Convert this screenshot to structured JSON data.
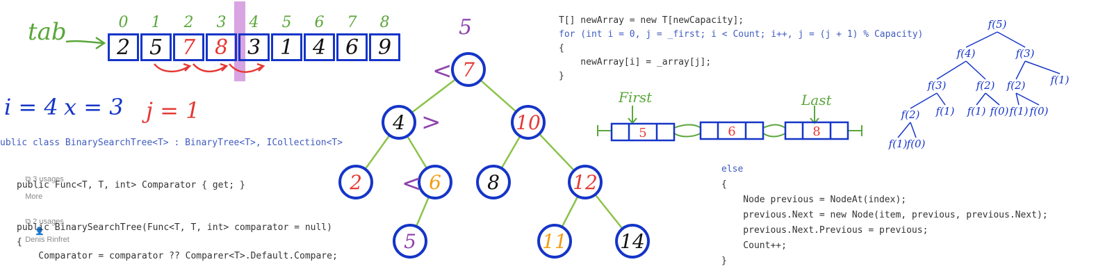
{
  "array_sketch": {
    "label": "tab",
    "indices": [
      "0",
      "1",
      "2",
      "3",
      "4",
      "5",
      "6",
      "7",
      "8"
    ],
    "cells": [
      {
        "value": "2",
        "color": "#111111"
      },
      {
        "value": "5",
        "color": "#111111"
      },
      {
        "value": "7",
        "color": "#e53935"
      },
      {
        "value": "8",
        "color": "#e53935"
      },
      {
        "value": "3",
        "color": "#111111"
      },
      {
        "value": "1",
        "color": "#111111"
      },
      {
        "value": "4",
        "color": "#111111"
      },
      {
        "value": "6",
        "color": "#111111"
      },
      {
        "value": "9",
        "color": "#111111"
      }
    ],
    "vars": {
      "i": "i = 4",
      "x": "x = 3",
      "j": "j = 1"
    }
  },
  "code_left": {
    "class_decl": "ublic class BinarySearchTree<T> : BinaryTree<T>, ICollection<T>",
    "usages1": "3 usages",
    "more": "More",
    "line_comparator": "public Func<T, T, int> Comparator { get; }",
    "usages2": "2 usages",
    "author": "Denis Rinfret",
    "ctor": "public BinarySearchTree(Func<T, T, int> comparator = null)",
    "brace": "{",
    "assign": "    Comparator = comparator ?? Comparer<T>.Default.Compare;"
  },
  "tree": {
    "top_label": "5",
    "nodes": [
      {
        "id": "7",
        "label": "7",
        "color": "#e53935"
      },
      {
        "id": "4",
        "label": "4",
        "color": "#111111"
      },
      {
        "id": "10",
        "label": "10",
        "color": "#e53935"
      },
      {
        "id": "2",
        "label": "2",
        "color": "#e53935"
      },
      {
        "id": "6",
        "label": "6",
        "color": "#f39c12"
      },
      {
        "id": "8",
        "label": "8",
        "color": "#111111"
      },
      {
        "id": "12",
        "label": "12",
        "color": "#e53935"
      },
      {
        "id": "5",
        "label": "5",
        "color": "#8e44ad"
      },
      {
        "id": "11",
        "label": "11",
        "color": "#f39c12"
      },
      {
        "id": "14",
        "label": "14",
        "color": "#111111"
      }
    ],
    "marks": {
      "lt1": "<",
      "gt": ">",
      "lt2": "<"
    }
  },
  "code_top": {
    "l1": "T[] newArray = new T[newCapacity];",
    "l2": "for (int i = 0, j = _first; i < Count; i++, j = (j + 1) % Capacity)",
    "l3": "{",
    "l4": "    newArray[i] = _array[j];",
    "l5": "}"
  },
  "linked_list": {
    "first": "First",
    "last": "Last",
    "values": [
      "5",
      "6",
      "8"
    ]
  },
  "code_bottom": {
    "l1": "else",
    "l2": "{",
    "l3": "    Node previous = NodeAt(index);",
    "l4": "    previous.Next = new Node(item, previous, previous.Next);",
    "l5": "    previous.Next.Previous = previous;",
    "l6": "    Count++;",
    "l7": "}"
  },
  "fib_tree": {
    "nodes": [
      "f(5)",
      "f(4)",
      "f(3)",
      "f(3)",
      "f(2)",
      "f(2)",
      "f(1)",
      "f(2)",
      "f(1)",
      "f(1)",
      "f(0)",
      "f(1)",
      "f(0)",
      "f(1)",
      "f(0)"
    ]
  }
}
